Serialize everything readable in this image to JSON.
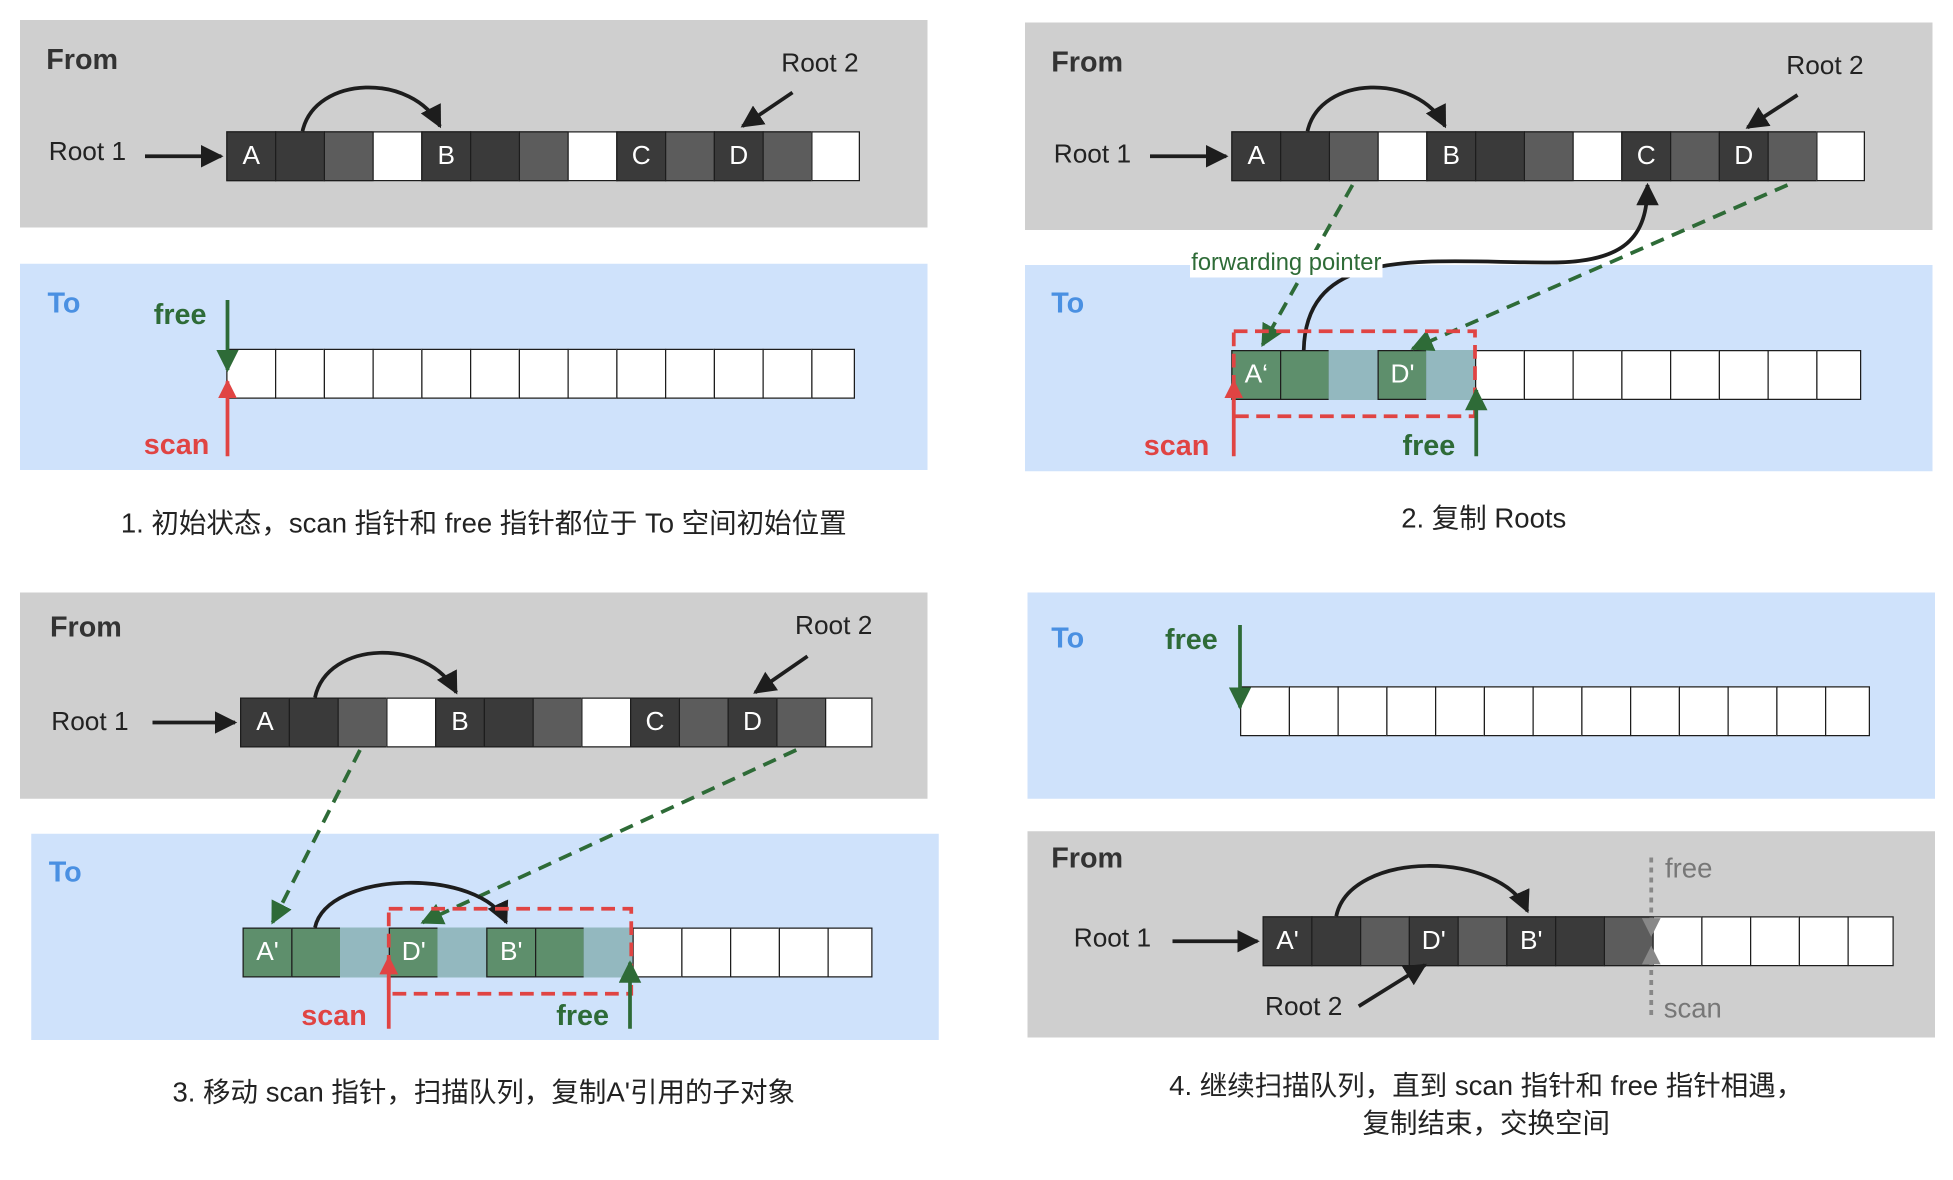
{
  "colors": {
    "live_object": "#3a3a3a",
    "dead_object": "#5c5c5c",
    "empty": "#ffffff",
    "copied_object": "#5e8f6c",
    "copied_unscanned": "#93b8bf",
    "pointer_free": "#2e6b37",
    "pointer_scan": "#e04443",
    "from_space": "#cfcfcf",
    "to_space": "#cfe2fb"
  },
  "labels": {
    "from": "From",
    "to": "To",
    "root1": "Root 1",
    "root2": "Root 2",
    "free": "free",
    "scan": "scan",
    "forwarding_pointer": "forwarding pointer"
  },
  "cell_letters": {
    "A": "A",
    "B": "B",
    "C": "C",
    "D": "D",
    "A_copy": "A'",
    "A_copy_alt": "A‘",
    "B_copy": "B'",
    "D_copy": "D'"
  },
  "captions": {
    "step1": "1. 初始状态，scan 指针和 free 指针都位于 To 空间初始位置",
    "step2": "2. 复制 Roots",
    "step3": "3. 移动 scan 指针，扫描队列，复制A'引用的子对象",
    "step4_line1": "4. 继续扫描队列，直到 scan 指针和 free 指针相遇，",
    "step4_line2": "复制结束，交换空间"
  }
}
